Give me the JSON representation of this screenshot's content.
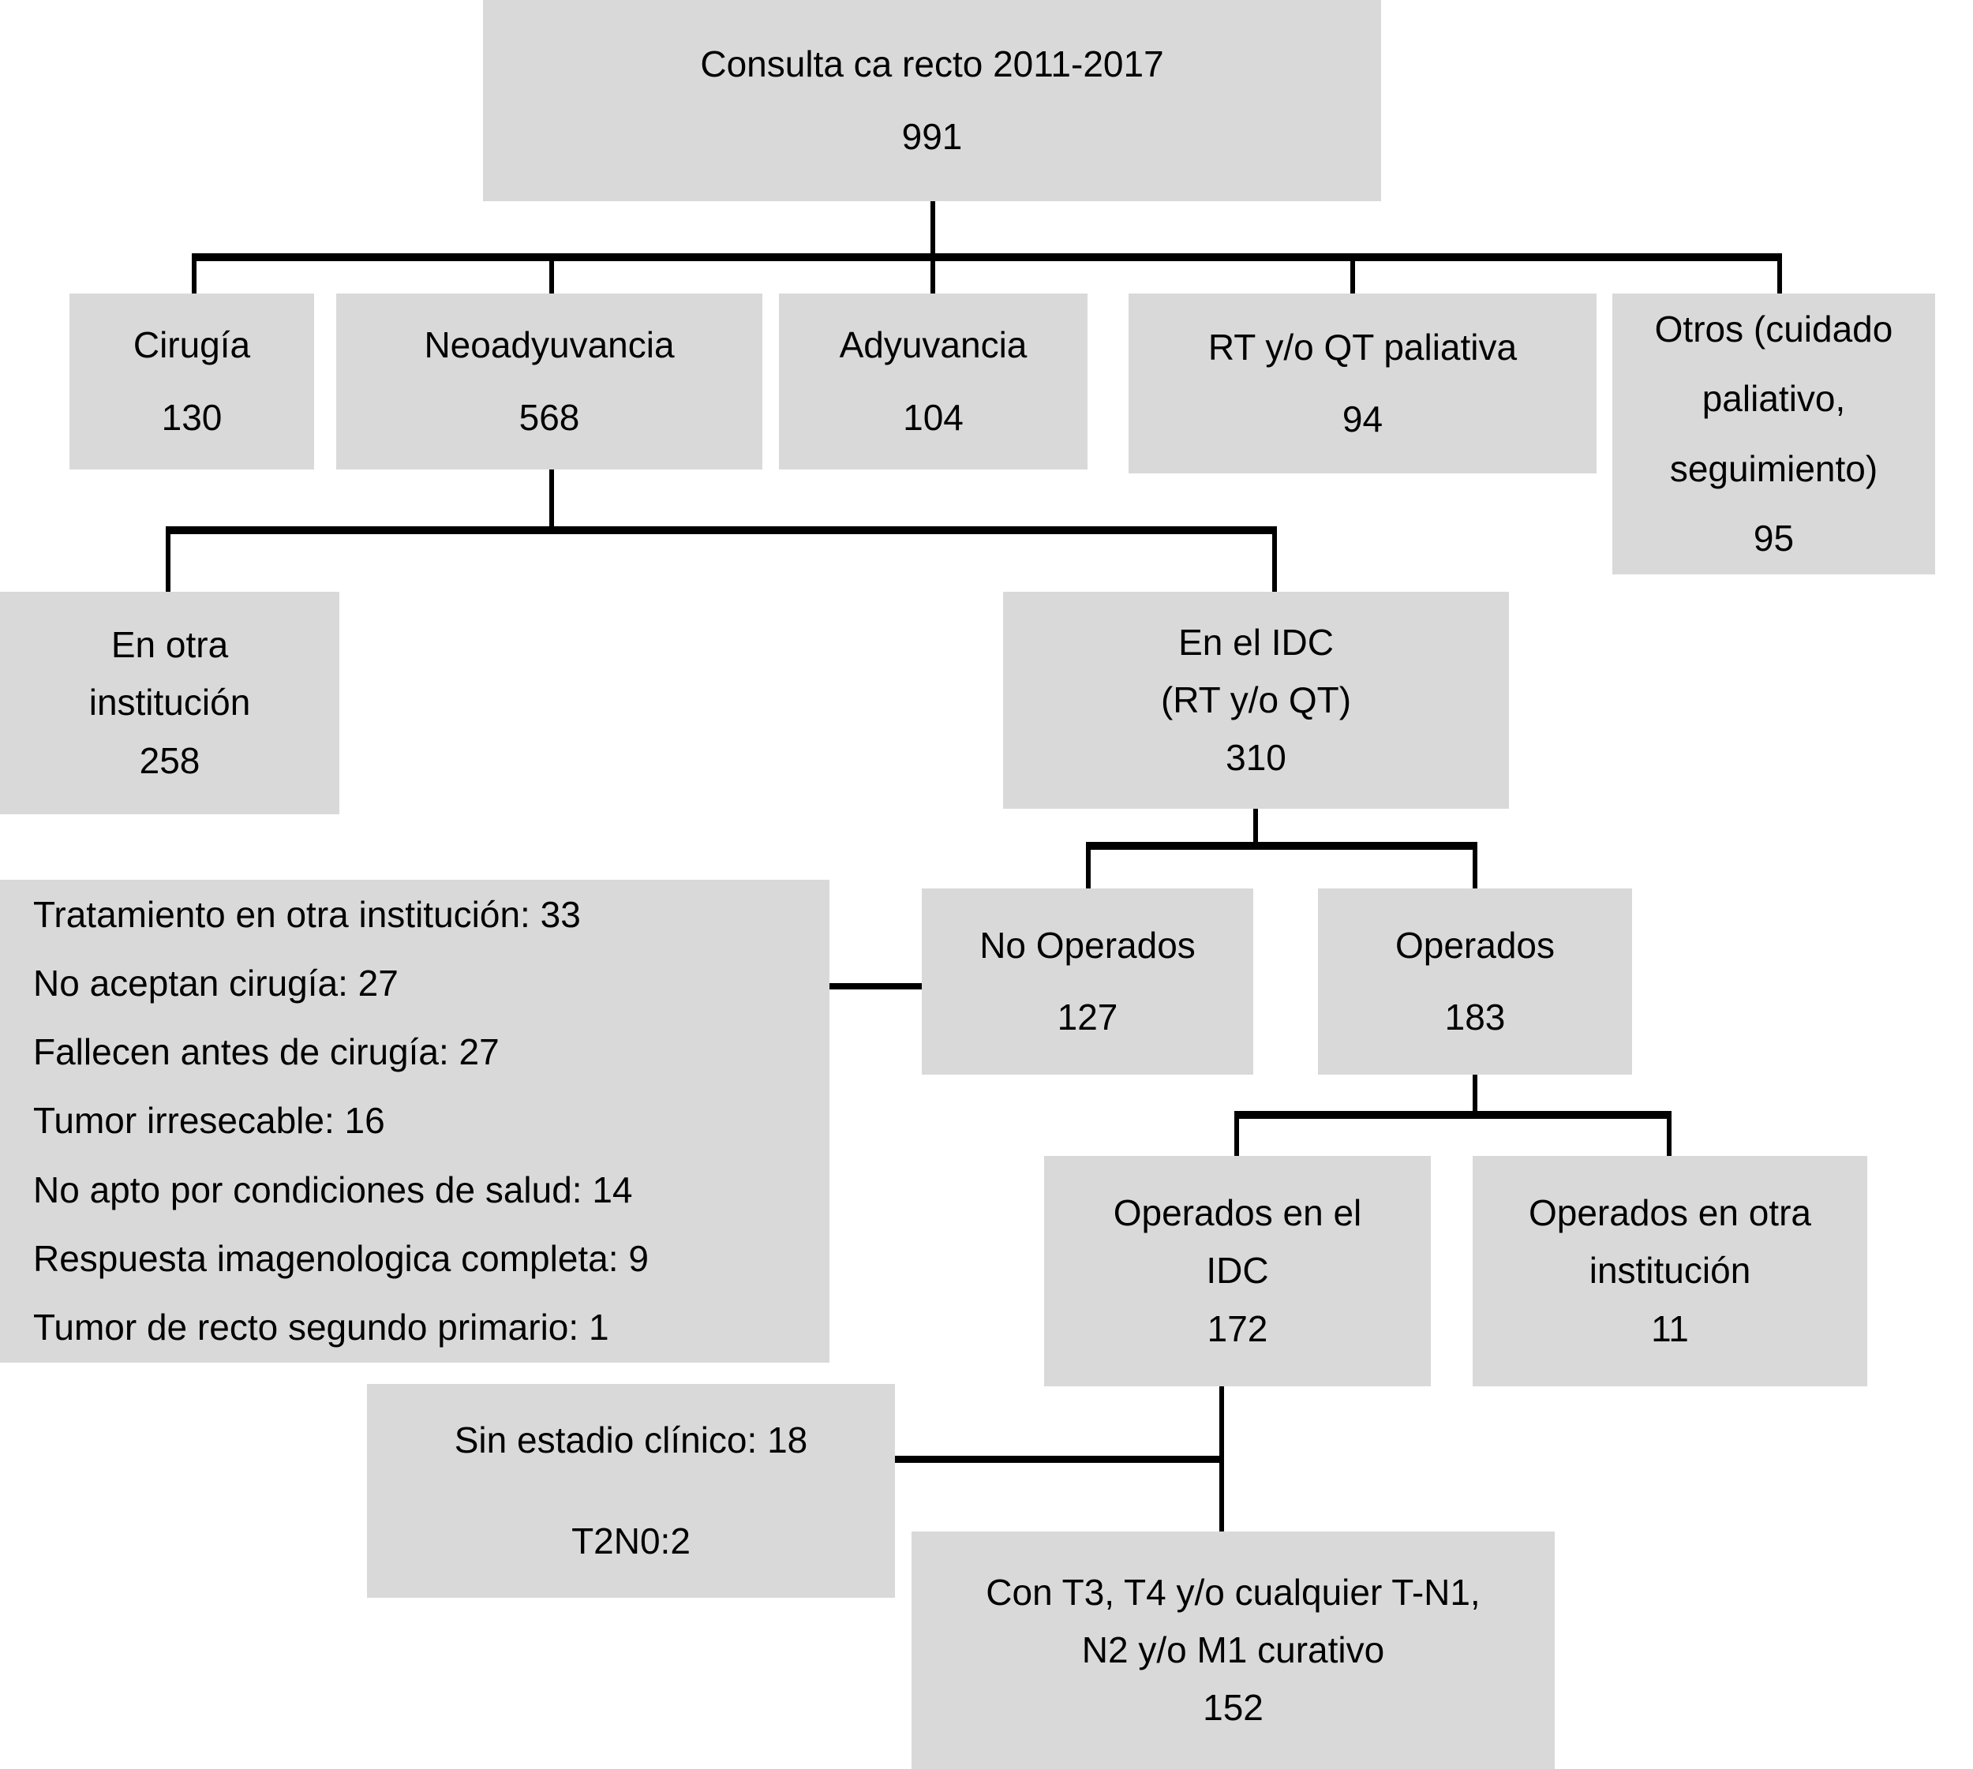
{
  "nodes": {
    "root": {
      "lines": [
        "Consulta ca recto 2011-2017",
        "991"
      ]
    },
    "cirugia": {
      "lines": [
        "Cirugía",
        "130"
      ]
    },
    "neoadyuvancia": {
      "lines": [
        "Neoadyuvancia",
        "568"
      ]
    },
    "adyuvancia": {
      "lines": [
        "Adyuvancia",
        "104"
      ]
    },
    "rt_qt_paliativa": {
      "lines": [
        "RT y/o QT paliativa",
        "94"
      ]
    },
    "otros": {
      "lines": [
        "Otros (cuidado",
        "paliativo,",
        "seguimiento)",
        "95"
      ]
    },
    "en_otra_institucion": {
      "lines": [
        "En otra",
        "institución",
        "258"
      ]
    },
    "en_el_idc": {
      "lines": [
        "En el IDC",
        "(RT y/o QT)",
        "310"
      ]
    },
    "motivos_no_cirugia": {
      "lines": [
        "Tratamiento en otra institución: 33",
        "No aceptan cirugía: 27",
        "Fallecen antes de cirugía: 27",
        "Tumor irresecable: 16",
        "No apto por condiciones de salud: 14",
        "Respuesta imagenologica completa: 9",
        "Tumor de recto segundo primario: 1"
      ]
    },
    "no_operados": {
      "lines": [
        "No Operados",
        "127"
      ]
    },
    "operados": {
      "lines": [
        "Operados",
        "183"
      ]
    },
    "operados_en_el_idc": {
      "lines": [
        "Operados en el",
        "IDC",
        "172"
      ]
    },
    "operados_en_otra_institucion": {
      "lines": [
        "Operados en otra",
        "institución",
        "11"
      ]
    },
    "sin_estadio": {
      "lines": [
        "Sin estadio clínico: 18",
        "T2N0:2"
      ]
    },
    "con_t3": {
      "lines": [
        "Con T3, T4 y/o cualquier T-N1,",
        "N2 y/o M1 curativo",
        "152"
      ]
    }
  },
  "colors": {
    "node_fill": "#d9d9d9",
    "connector": "#000000",
    "text": "#000000",
    "background": "#ffffff"
  }
}
